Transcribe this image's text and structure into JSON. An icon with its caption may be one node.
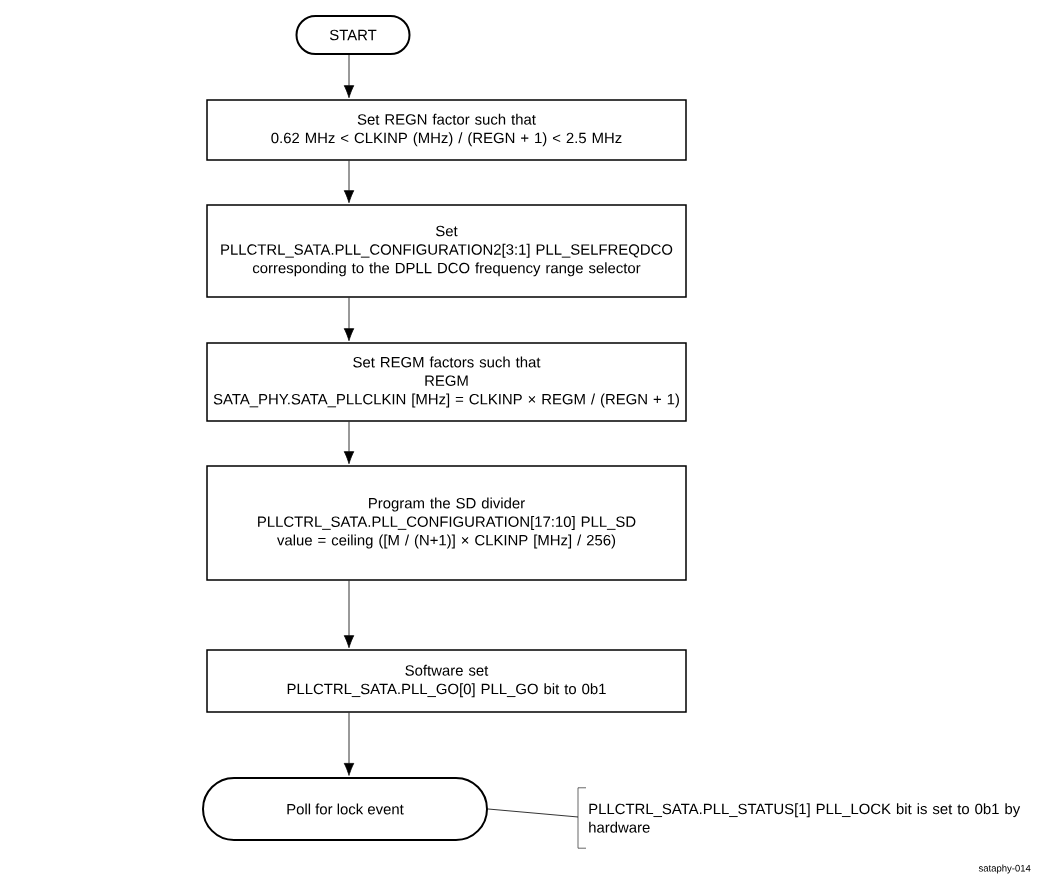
{
  "diagram": {
    "nodes": [
      {
        "text": [
          "START"
        ]
      },
      {
        "text": [
          "Set REGN factor such that",
          "0.62 MHz < CLKINP (MHz) / (REGN + 1) <  2.5 MHz"
        ]
      },
      {
        "text": [
          "Set",
          "PLLCTRL_SATA.PLL_CONFIGURATION2[3:1] PLL_SELFREQDCO corresponding to the DPLL DCO frequency range selector"
        ]
      },
      {
        "text": [
          "Set REGM factors such that",
          "REGM",
          "SATA_PHY.SATA_PLLCLKIN [MHz] = CLKINP × REGM / (REGN + 1)"
        ]
      },
      {
        "text": [
          "Program the SD divider",
          "PLLCTRL_SATA.PLL_CONFIGURATION[17:10] PLL_SD value = ceiling ([M / (N+1)] × CLKINP [MHz]  / 256)"
        ]
      },
      {
        "text": [
          "Software set",
          "PLLCTRL_SATA.PLL_GO[0] PLL_GO bit to 0b1"
        ]
      },
      {
        "text": [
          "Poll for lock event"
        ]
      },
      {
        "text": [
          "PLLCTRL_SATA.PLL_STATUS[1] PLL_LOCK bit is set to 0b1 by hardware"
        ]
      }
    ],
    "edges": [
      {
        "from": 0,
        "to": 1,
        "arrow": "to"
      },
      {
        "from": 1,
        "to": 2,
        "arrow": "to"
      },
      {
        "from": 2,
        "to": 3,
        "arrow": "to"
      },
      {
        "from": 3,
        "to": 4,
        "arrow": "to"
      },
      {
        "from": 4,
        "to": 5,
        "arrow": "to"
      },
      {
        "from": 5,
        "to": 6,
        "arrow": "to"
      },
      {
        "from": 6,
        "to": 7,
        "arrow": "none"
      }
    ],
    "labels": [
      "sataphy-014"
    ]
  }
}
